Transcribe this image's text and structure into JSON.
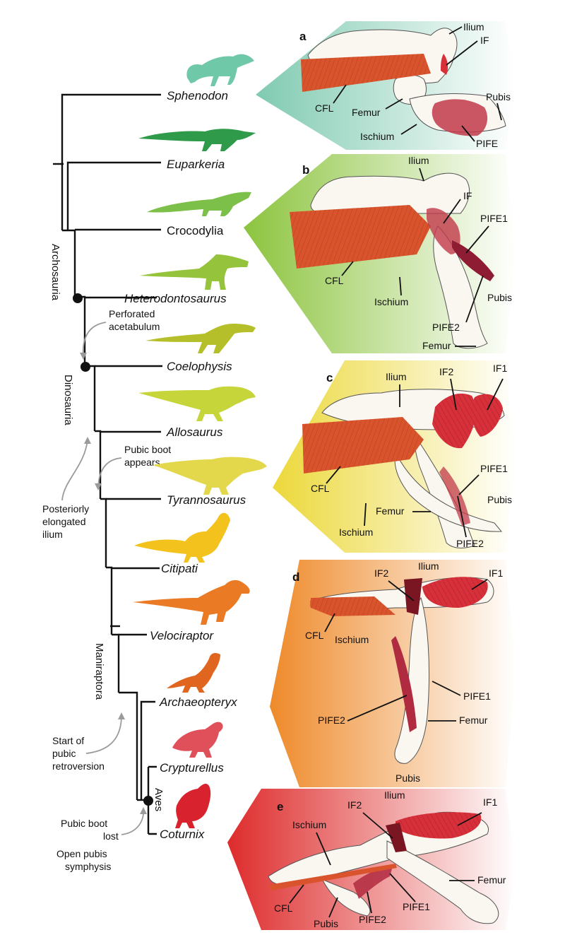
{
  "taxa": [
    "Sphenodon",
    "Euparkeria",
    "Crocodylia",
    "Heterodontosaurus",
    "Coelophysis",
    "Allosaurus",
    "Tyrannosaurus",
    "Citipati",
    "Velociraptor",
    "Archaeopteryx",
    "Crypturellus",
    "Coturnix"
  ],
  "clades": {
    "archosauria": "Archosauria",
    "dinosauria": "Dinosauria",
    "maniraptora": "Maniraptora",
    "aves": "Aves"
  },
  "events": {
    "perforated_1": "Perforated",
    "perforated_2": "acetabulum",
    "boot_1": "Pubic boot",
    "boot_2": "appears",
    "ilium_1": "Posteriorly",
    "ilium_2": "elongated",
    "ilium_3": "ilium",
    "retro_1": "Start of",
    "retro_2": "pubic",
    "retro_3": "retroversion",
    "lost_1": "Pubic boot",
    "lost_2": "lost",
    "open_1": "Open pubis",
    "open_2": "symphysis"
  },
  "panels": {
    "a": {
      "letter": "a",
      "labels": {
        "ilium": "Ilium",
        "if": "IF",
        "cfl": "CFL",
        "femur": "Femur",
        "pubis": "Pubis",
        "ischium": "Ischium",
        "pife": "PIFE"
      }
    },
    "b": {
      "letter": "b",
      "labels": {
        "ilium": "Ilium",
        "if": "IF",
        "pife1": "PIFE1",
        "cfl": "CFL",
        "ischium": "Ischium",
        "pubis": "Pubis",
        "pife2": "PIFE2",
        "femur": "Femur"
      }
    },
    "c": {
      "letter": "c",
      "labels": {
        "ilium": "Ilium",
        "if2": "IF2",
        "if1": "IF1",
        "cfl": "CFL",
        "pife1": "PIFE1",
        "femur": "Femur",
        "pubis": "Pubis",
        "ischium": "Ischium",
        "pife2": "PIFE2"
      }
    },
    "d": {
      "letter": "d",
      "labels": {
        "if2": "IF2",
        "ilium": "Ilium",
        "if1": "IF1",
        "cfl": "CFL",
        "ischium": "Ischium",
        "pife1": "PIFE1",
        "pife2": "PIFE2",
        "femur": "Femur",
        "pubis": "Pubis"
      }
    },
    "e": {
      "letter": "e",
      "labels": {
        "if2": "IF2",
        "ilium": "Ilium",
        "if1": "IF1",
        "ischium": "Ischium",
        "femur": "Femur",
        "cfl": "CFL",
        "pubis": "Pubis",
        "pife2": "PIFE2",
        "pife1": "PIFE1"
      }
    }
  },
  "colors": {
    "sphenodon": "#6fc9a8",
    "euparkeria": "#2f9a4a",
    "crocodylia": "#7cc04a",
    "heterodontosaurus": "#95c43c",
    "coelophysis": "#b4bf2a",
    "allosaurus": "#c6d63a",
    "tyrannosaurus": "#e3d84c",
    "citipati": "#f4c21c",
    "velociraptor": "#ea7a23",
    "archaeopteryx": "#e0661f",
    "crypturellus": "#e0505a",
    "coturnix": "#d8232e",
    "cfl_muscle": "#d9542c",
    "pife_muscle": "#c23a4a",
    "if_muscle": "#d8303a",
    "panel_a_bg": "#7fcab0",
    "panel_b_bg": "#8cc43e",
    "panel_c_bg": "#ecd83a",
    "panel_d_bg": "#ee8a2a",
    "panel_e_bg": "#de2b2b"
  }
}
